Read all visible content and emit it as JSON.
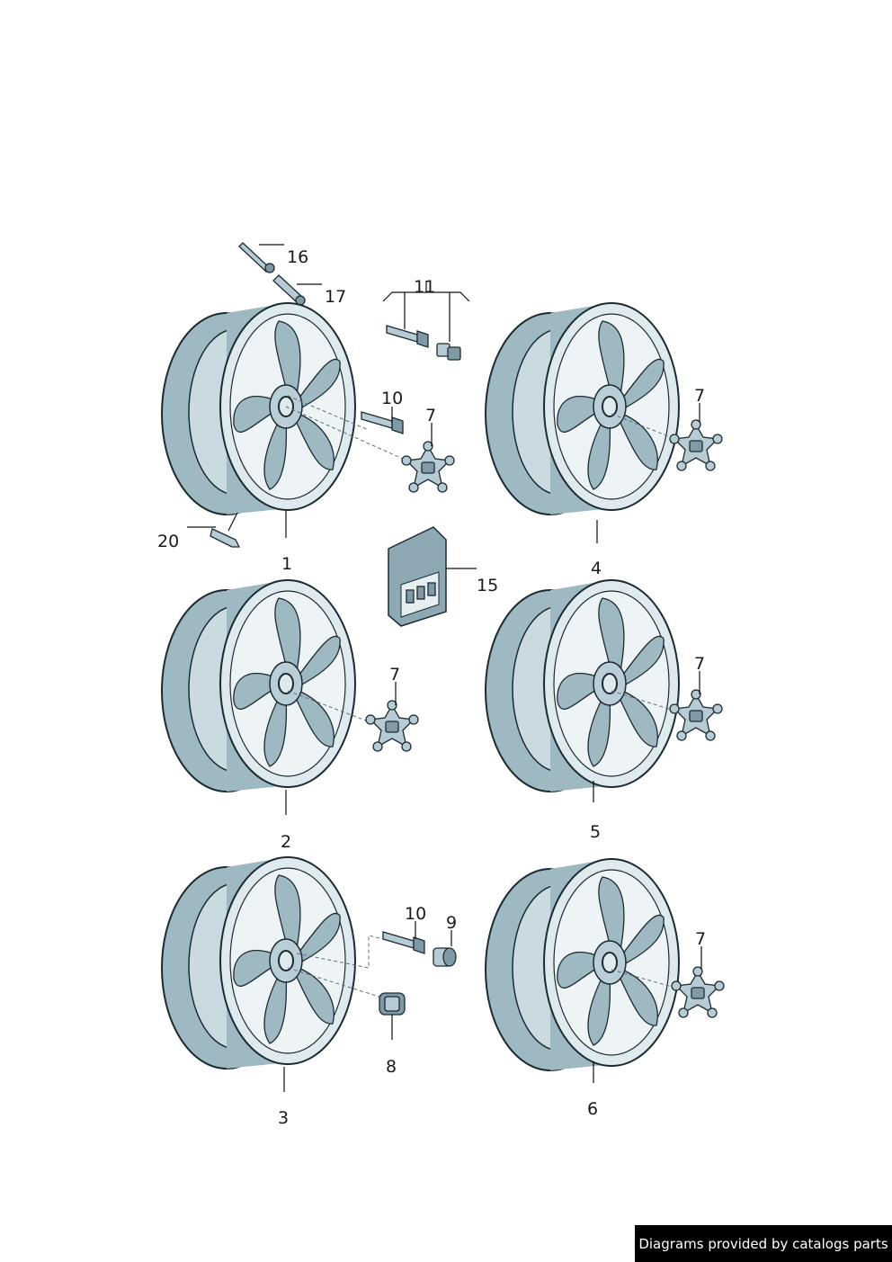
{
  "callouts": {
    "c16": "16",
    "c17": "17",
    "c11": "11",
    "c10a": "10",
    "c7a": "7",
    "c1": "1",
    "c20": "20",
    "c7b": "7",
    "c4": "4",
    "c15": "15",
    "c7c": "7",
    "c2": "2",
    "c7d": "7",
    "c5": "5",
    "c10b": "10",
    "c9": "9",
    "c8": "8",
    "c3": "3",
    "c7e": "7",
    "c6": "6"
  },
  "footer": {
    "text": "Diagrams provided by catalogs parts"
  }
}
